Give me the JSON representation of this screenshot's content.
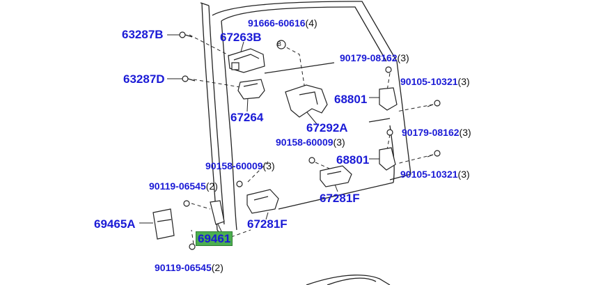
{
  "colors": {
    "label": "#1a1ad6",
    "highlight": "#4caf50",
    "line": "#222222"
  },
  "labels": {
    "p63287b": {
      "part": "63287B",
      "qty": ""
    },
    "p67263b": {
      "part": "67263B",
      "qty": ""
    },
    "p91666": {
      "part": "91666-60616",
      "qty": "(4)"
    },
    "p90179a": {
      "part": "90179-08162",
      "qty": "(3)"
    },
    "p63287d": {
      "part": "63287D",
      "qty": ""
    },
    "p90105a": {
      "part": "90105-10321",
      "qty": "(3)"
    },
    "p68801a": {
      "part": "68801",
      "qty": ""
    },
    "p67264": {
      "part": "67264",
      "qty": ""
    },
    "p67292a": {
      "part": "67292A",
      "qty": ""
    },
    "p90179b": {
      "part": "90179-08162",
      "qty": "(3)"
    },
    "p90158": {
      "part": "90158-60009",
      "qty": "(3)"
    },
    "p68801b": {
      "part": "68801",
      "qty": ""
    },
    "p90158b": {
      "part": "90158-60009",
      "qty": "(3)"
    },
    "p90105b": {
      "part": "90105-10321",
      "qty": "(3)"
    },
    "p90119a": {
      "part": "90119-06545",
      "qty": "(2)"
    },
    "p67281f_a": {
      "part": "67281F",
      "qty": ""
    },
    "p69465a": {
      "part": "69465A",
      "qty": ""
    },
    "p67281f_b": {
      "part": "67281F",
      "qty": ""
    },
    "p69461": {
      "part": "69461",
      "qty": ""
    },
    "p90119b": {
      "part": "90119-06545",
      "qty": "(2)"
    }
  },
  "callout_b": "B"
}
